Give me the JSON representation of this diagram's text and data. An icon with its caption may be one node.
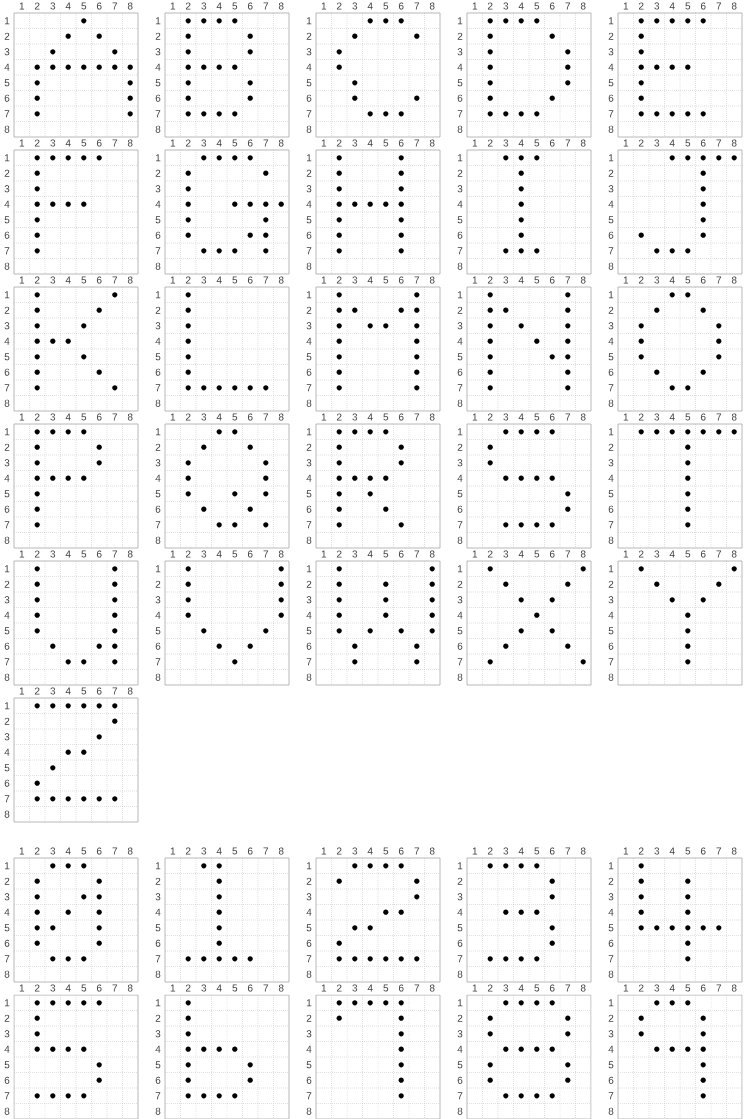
{
  "diagram": {
    "labels": [
      "1",
      "2",
      "3",
      "4",
      "5",
      "6",
      "7",
      "8",
      "1",
      "2",
      "3",
      "4",
      "5",
      "6",
      "7",
      "8",
      "1",
      "2",
      "3",
      "4",
      "5",
      "6",
      "7",
      "8",
      "1",
      "2",
      "3",
      "4",
      "5",
      "6",
      "7",
      "8",
      "1",
      "2",
      "3",
      "4",
      "5",
      "6",
      "7",
      "8",
      "1",
      "2",
      "3",
      "4",
      "5",
      "6",
      "7",
      "8",
      "1",
      "2",
      "3",
      "4",
      "5",
      "6",
      "7",
      "8",
      "1",
      "2",
      "3",
      "4",
      "5",
      "6",
      "7",
      "8",
      "1",
      "2",
      "3",
      "4",
      "5",
      "6",
      "7",
      "8",
      "1",
      "2",
      "3",
      "4",
      "5",
      "6",
      "7",
      "8",
      "1",
      "2",
      "3",
      "4",
      "5",
      "6",
      "7",
      "8",
      "1",
      "2",
      "3",
      "4",
      "5",
      "6",
      "7",
      "8",
      "1",
      "2",
      "3",
      "4",
      "5",
      "6",
      "7",
      "8",
      "1",
      "2",
      "3",
      "4",
      "5",
      "6",
      "7",
      "8",
      "1",
      "2",
      "3",
      "4",
      "5",
      "6",
      "7",
      "8",
      "1",
      "2",
      "3",
      "4",
      "5",
      "6",
      "7",
      "8",
      "1",
      "2",
      "3",
      "4",
      "5",
      "6",
      "7",
      "8",
      "1",
      "2",
      "3",
      "4",
      "5",
      "6",
      "7",
      "8",
      "1",
      "2",
      "3",
      "4",
      "5",
      "6",
      "7",
      "8",
      "1",
      "2",
      "3",
      "4",
      "5",
      "6",
      "7",
      "8",
      "1",
      "2",
      "3",
      "4",
      "5",
      "6",
      "7",
      "8",
      "1",
      "2",
      "3",
      "4",
      "5",
      "6",
      "7",
      "8",
      "1",
      "2",
      "3",
      "4",
      "5",
      "6",
      "7",
      "8",
      "1",
      "2",
      "3",
      "4",
      "5",
      "6",
      "7",
      "8",
      "1",
      "2",
      "3",
      "4",
      "5",
      "6",
      "7",
      "8",
      "1",
      "2",
      "3",
      "4",
      "5",
      "6",
      "7",
      "8",
      "1",
      "2",
      "3",
      "4",
      "5",
      "6",
      "7",
      "8",
      "1",
      "2",
      "3",
      "4",
      "5",
      "6",
      "7",
      "8",
      "1",
      "2",
      "3",
      "4",
      "5",
      "6",
      "7",
      "8",
      "1",
      "2",
      "3",
      "4",
      "5",
      "6",
      "7",
      "8",
      "1",
      "2",
      "3",
      "4",
      "5",
      "6",
      "7",
      "8",
      "1",
      "2",
      "3",
      "4",
      "5",
      "6",
      "7",
      "8",
      "1",
      "2",
      "3",
      "4",
      "5",
      "6",
      "7",
      "8",
      "1",
      "2",
      "3",
      "4",
      "5",
      "6",
      "7",
      "8",
      "1",
      "2",
      "3",
      "4",
      "5",
      "6",
      "7",
      "8",
      "1",
      "2",
      "3",
      "4",
      "5",
      "6",
      "7",
      "8",
      "1",
      "2",
      "3",
      "4",
      "5",
      "6",
      "7",
      "8",
      "1",
      "2",
      "3",
      "4",
      "5",
      "6",
      "7",
      "8",
      "1",
      "2",
      "3",
      "4",
      "5",
      "6",
      "7",
      "8",
      "1",
      "2",
      "3",
      "4",
      "5",
      "6",
      "7",
      "8",
      "1",
      "2",
      "3",
      "4",
      "5",
      "6",
      "7",
      "8",
      "1",
      "2",
      "3",
      "4",
      "5",
      "6",
      "7",
      "8",
      "1",
      "2",
      "3",
      "4",
      "5",
      "6",
      "7",
      "8",
      "1",
      "2",
      "3",
      "4",
      "5",
      "6",
      "7",
      "8",
      "1",
      "2",
      "3",
      "4",
      "5",
      "6",
      "7",
      "8",
      "1",
      "2",
      "3",
      "4",
      "5",
      "6",
      "7",
      "8",
      "1",
      "2",
      "3",
      "4",
      "5",
      "6",
      "7",
      "8",
      "1",
      "2",
      "3",
      "4",
      "5",
      "6",
      "7",
      "8",
      "1",
      "2",
      "3",
      "4",
      "5",
      "6",
      "7",
      "8",
      "1",
      "2",
      "3",
      "4",
      "5",
      "6",
      "7",
      "8",
      "1",
      "2",
      "3",
      "4",
      "5",
      "6",
      "7",
      "8",
      "1",
      "2",
      "3",
      "4",
      "5",
      "6",
      "7",
      "8",
      "1",
      "2",
      "3",
      "4",
      "5",
      "6",
      "7",
      "8",
      "1",
      "2",
      "3",
      "4",
      "5",
      "6",
      "7",
      "8",
      "1",
      "2",
      "3",
      "4",
      "5",
      "6",
      "7",
      "8",
      "1",
      "2",
      "3",
      "4",
      "5",
      "6",
      "7",
      "8",
      "1",
      "2",
      "3",
      "4",
      "5",
      "6",
      "7",
      "8",
      "1",
      "2",
      "3",
      "4",
      "5",
      "6",
      "7",
      "8",
      "1",
      "2",
      "3",
      "4",
      "5",
      "6",
      "7",
      "8",
      "1",
      "2",
      "3",
      "4",
      "5",
      "6",
      "7",
      "8",
      "1",
      "2",
      "3",
      "4",
      "5",
      "6",
      "7",
      "8",
      "1",
      "2",
      "3",
      "4",
      "5",
      "6",
      "7",
      "8",
      "1",
      "2",
      "3",
      "4",
      "5",
      "6",
      "7",
      "8",
      "1",
      "2",
      "3",
      "4",
      "5",
      "6",
      "7",
      "8",
      "1",
      "2",
      "3",
      "4",
      "5",
      "6",
      "7",
      "8",
      "1",
      "2",
      "3",
      "4",
      "5",
      "6",
      "7",
      "8",
      "1",
      "2",
      "3",
      "4",
      "5",
      "6",
      "7",
      "8",
      "1",
      "2",
      "3",
      "4",
      "5",
      "6",
      "7",
      "8",
      "1",
      "2",
      "3",
      "4",
      "5",
      "6",
      "7",
      "8",
      "1",
      "2",
      "3",
      "4",
      "5",
      "6",
      "7",
      "8",
      "1",
      "2",
      "3",
      "4",
      "5",
      "6",
      "7",
      "8",
      "1",
      "2",
      "3",
      "4",
      "5",
      "6",
      "7",
      "8"
    ]
  }
}
